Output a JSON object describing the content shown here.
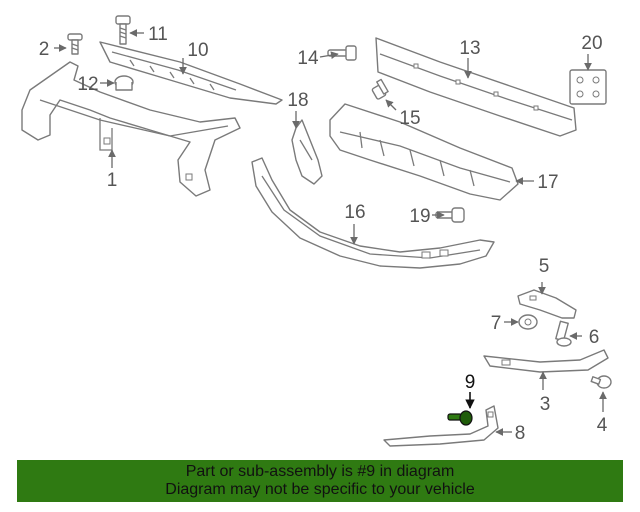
{
  "diagram": {
    "callouts": [
      "1",
      "2",
      "3",
      "4",
      "5",
      "6",
      "7",
      "8",
      "9",
      "10",
      "11",
      "12",
      "13",
      "14",
      "15",
      "16",
      "17",
      "18",
      "19",
      "20"
    ],
    "highlighted": "9",
    "highlight_color": "#2f7a12"
  },
  "banner": {
    "line1": "Part or sub-assembly is #9 in diagram",
    "line2": "Diagram may not be specific to your vehicle",
    "background": "#2f7a12"
  }
}
